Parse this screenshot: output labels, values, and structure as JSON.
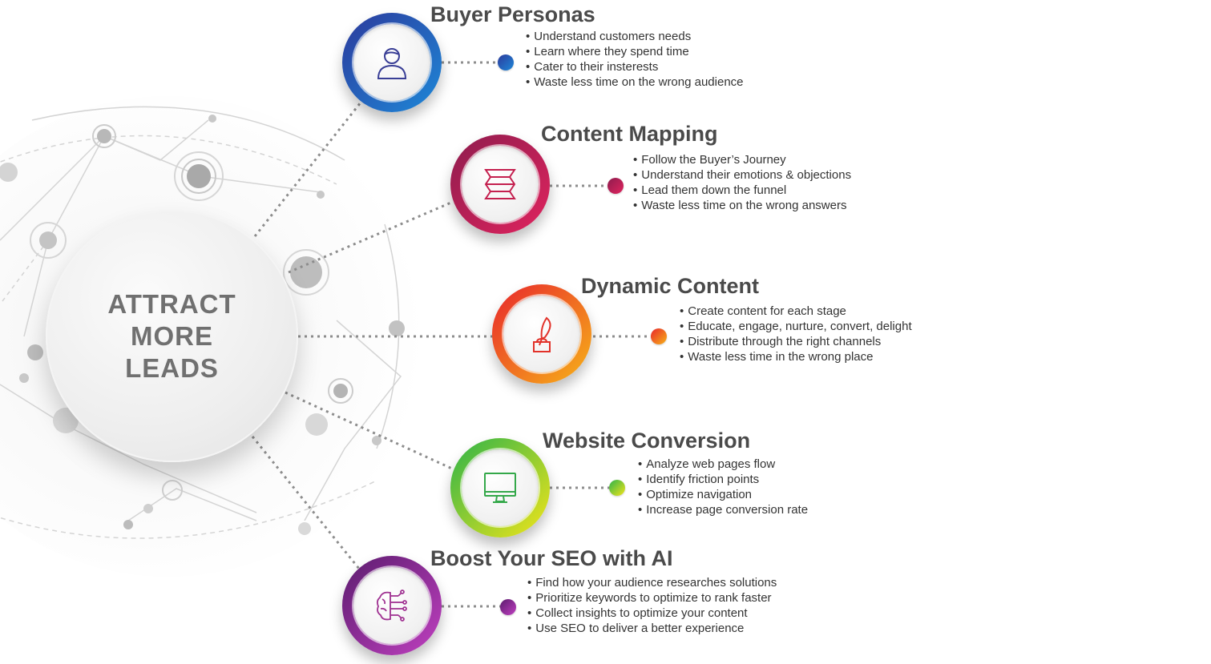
{
  "hub": {
    "label": "ATTRACT\nMORE\nLEADS"
  },
  "sections": [
    {
      "title": "Buyer Personas",
      "icon": "person-icon",
      "colors": [
        "#2c3a9c",
        "#1e88d8"
      ],
      "bullets": [
        "Understand customers needs",
        "Learn where they spend time",
        "Cater to their insterests",
        "Waste less time on the wrong audience"
      ]
    },
    {
      "title": "Content Mapping",
      "icon": "folded-map-icon",
      "colors": [
        "#8e1c4e",
        "#e0245e"
      ],
      "bullets": [
        "Follow the Buyer’s Journey",
        "Understand their emotions & objections",
        "Lead them down the funnel",
        "Waste less time on the wrong answers"
      ]
    },
    {
      "title": "Dynamic Content",
      "icon": "quill-inkpot-icon",
      "colors": [
        "#e8262c",
        "#f7b318"
      ],
      "bullets": [
        "Create content for each stage",
        "Educate, engage, nurture, convert, delight",
        "Distribute through the right channels",
        "Waste less time in the wrong place"
      ]
    },
    {
      "title": "Website Conversion",
      "icon": "monitor-icon",
      "colors": [
        "#2db34a",
        "#f2e51a"
      ],
      "bullets": [
        "Analyze web pages flow",
        "Identify friction points",
        "Optimize navigation",
        "Increase page conversion rate"
      ]
    },
    {
      "title": "Boost Your SEO with AI",
      "icon": "ai-brain-icon",
      "colors": [
        "#5b1c6e",
        "#c040c0"
      ],
      "bullets": [
        "Find how your audience researches solutions",
        "Prioritize keywords to optimize to rank faster",
        "Collect insights to optimize your content",
        "Use SEO to deliver a better experience"
      ]
    }
  ]
}
